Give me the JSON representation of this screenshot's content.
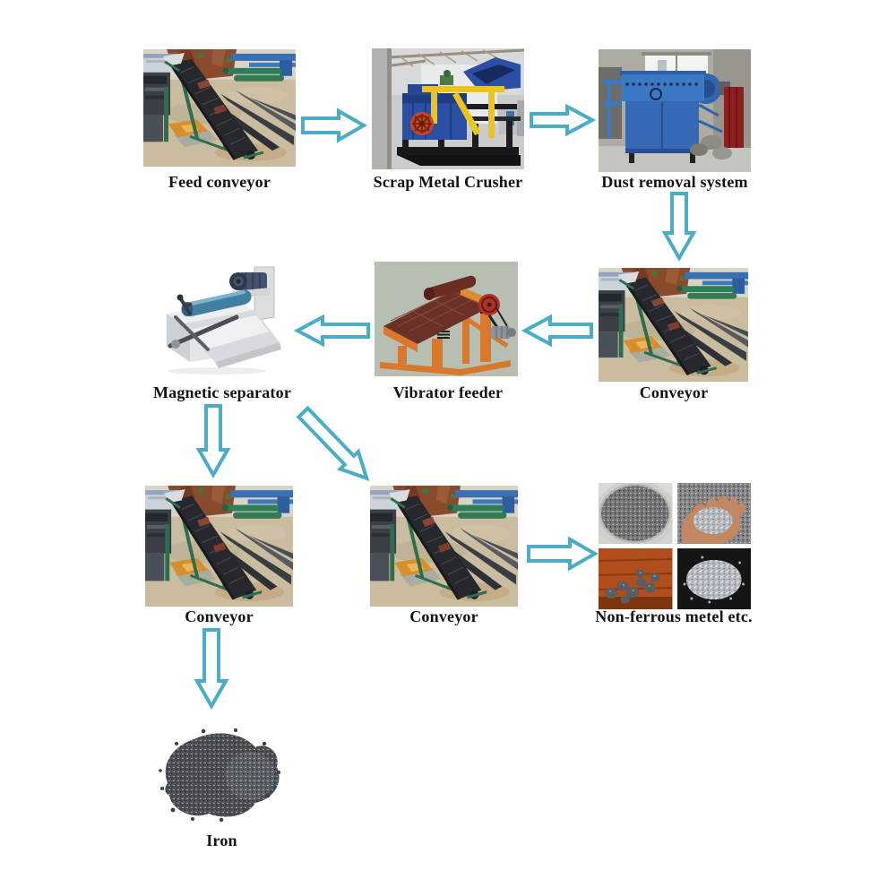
{
  "diagram": {
    "background": "#ffffff",
    "arrow_color": "#4BACC6",
    "label_color": "#111111",
    "nodes": {
      "feed_conveyor": {
        "label": "Feed conveyor",
        "photo": "inclined belt conveyor in outdoor yard"
      },
      "scrap_metal_crusher": {
        "label": "Scrap Metal Crusher",
        "photo": "blue scrap crusher with yellow gantry frame in workshop"
      },
      "dust_removal_system": {
        "label": "Dust removal system",
        "photo": "blue pulse-jet dust collector with fan and red cabinet"
      },
      "conveyor_top": {
        "label": "Conveyor",
        "photo": "inclined belt conveyor in outdoor yard"
      },
      "vibrator_feeder": {
        "label": "Vibrator feeder",
        "photo": "orange vibrating screen feeder"
      },
      "magnetic_separator": {
        "label": "Magnetic separator",
        "photo": "drum magnetic separator with motor and stainless chute"
      },
      "conveyor_left": {
        "label": "Conveyor",
        "photo": "inclined belt conveyor in outdoor yard"
      },
      "conveyor_middle": {
        "label": "Conveyor",
        "photo": "inclined belt conveyor in outdoor yard"
      },
      "non_ferrous_output": {
        "label": "Non-ferrous metel etc.",
        "photo": "metal granules in container, hand holding scrap, metal lumps on wood, shredded aluminum pile"
      },
      "iron_output": {
        "label": "Iron",
        "photo": "pile of shredded iron scrap"
      }
    },
    "edges": [
      {
        "from": "feed_conveyor",
        "to": "scrap_metal_crusher",
        "direction": "right"
      },
      {
        "from": "scrap_metal_crusher",
        "to": "dust_removal_system",
        "direction": "right"
      },
      {
        "from": "dust_removal_system",
        "to": "conveyor_top",
        "direction": "down"
      },
      {
        "from": "conveyor_top",
        "to": "vibrator_feeder",
        "direction": "left"
      },
      {
        "from": "vibrator_feeder",
        "to": "magnetic_separator",
        "direction": "left"
      },
      {
        "from": "magnetic_separator",
        "to": "conveyor_left",
        "direction": "down"
      },
      {
        "from": "magnetic_separator",
        "to": "conveyor_middle",
        "direction": "down-right"
      },
      {
        "from": "conveyor_left",
        "to": "iron_output",
        "direction": "down"
      },
      {
        "from": "conveyor_middle",
        "to": "non_ferrous_output",
        "direction": "right"
      }
    ]
  }
}
